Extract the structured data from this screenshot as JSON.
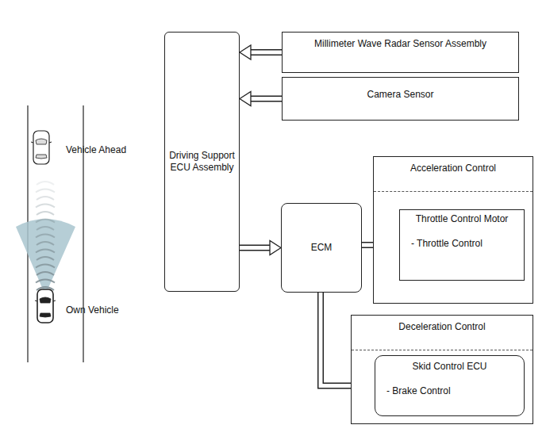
{
  "diagram": {
    "nodes": [
      {
        "text": [
          "Driving Support ECU Assembly"
        ]
      },
      {
        "text": [
          "Millimeter Wave Radar Sensor Assembly"
        ]
      },
      {
        "text": [
          "Camera Sensor"
        ]
      },
      {
        "text": [
          "ECM"
        ]
      },
      {
        "text": [
          "Acceleration Control"
        ]
      },
      {
        "text": [
          "Throttle Control Motor",
          "- Throttle Control"
        ],
        "in": 4
      },
      {
        "text": [
          "Deceleration Control"
        ]
      },
      {
        "text": [
          "Skid Control ECU",
          "- Brake Control"
        ],
        "in": 6
      }
    ],
    "edges": [
      {
        "from": 1,
        "to": 0,
        "arrow": "to"
      },
      {
        "from": 2,
        "to": 0,
        "arrow": "to"
      },
      {
        "from": 0,
        "to": 3,
        "arrow": "to"
      },
      {
        "from": 3,
        "to": 5,
        "arrow": "to"
      },
      {
        "from": 3,
        "to": 7,
        "arrow": "to"
      }
    ],
    "labels": [
      "Vehicle Ahead",
      "Own Vehicle"
    ]
  }
}
